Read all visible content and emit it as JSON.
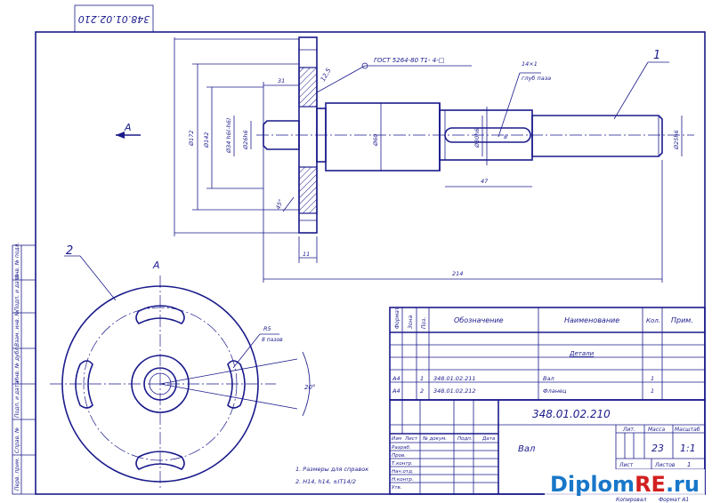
{
  "frame": {
    "code_stamp": "348.01.02.210"
  },
  "shaft_view": {
    "view_label": "A",
    "part_callout": "1",
    "gost_note": "ГОСТ 5264-80 Т1- 4-□",
    "surface_mark": "12,5",
    "keyway_note_1": "14×1",
    "keyway_note_2": "глуб паза",
    "dim_flange_dia": "Ø172",
    "dim_bolt_circle": "Ø142",
    "dim_spigot": "Ø34 h6(-h6)",
    "dim_journal": "Ø26h6",
    "dim_body": "Ø60",
    "dim_key_dia": "Ø30h6",
    "dim_key_w": "8",
    "dim_end_dia": "Ø25h6",
    "dim_step": "31",
    "dim_key_len": "47",
    "dim_flange_w": "11",
    "dim_total": "214",
    "dim_chamfer": "45°"
  },
  "flange_view": {
    "view_label": "A",
    "part_callout": "2",
    "slot_note_1": "R5",
    "slot_note_2": "8 пазов",
    "angle_label": "20°"
  },
  "notes": [
    "1. Размеры для справок",
    "2. Н14, h14, ±IT14/2"
  ],
  "left_strip": [
    "Перв. прим.",
    "Справ. №",
    "Подп. и дата",
    "Инв. № дубл.",
    "Взам. инв. №",
    "Подп. и дата",
    "Инв. № подл."
  ],
  "spec_table": {
    "headers": [
      "Формат",
      "Зона",
      "Поз.",
      "Обозначение",
      "Наименование",
      "Кол.",
      "Прим."
    ],
    "section": "Детали",
    "rows": [
      {
        "format": "А4",
        "pos": "1",
        "designation": "348.01.02.211",
        "name": "Вал",
        "qty": "1"
      },
      {
        "format": "А4",
        "pos": "2",
        "designation": "348.01.02.212",
        "name": "Фланец",
        "qty": "1"
      }
    ]
  },
  "title_block": {
    "doc_number": "348.01.02.210",
    "title": "Вал",
    "lit_label": "Лит.",
    "mass_label": "Масса",
    "scale_label": "Масштаб",
    "mass_value": "23",
    "scale_value": "1:1",
    "sheet_label": "Лист",
    "sheets_label": "Листов",
    "sheets_value": "1",
    "row_headers": [
      "Изм",
      "Лист",
      "№ докум.",
      "Подп.",
      "Дата"
    ],
    "roles": [
      "Разраб.",
      "Пров.",
      "Т.контр.",
      "Нач.отд.",
      "Н.контр.",
      "Утв."
    ]
  },
  "footer": {
    "copied": "Копировал",
    "format": "Формат А1"
  },
  "watermark": {
    "part1": "Diplom",
    "part2": "RE",
    "part3": ".ru"
  }
}
